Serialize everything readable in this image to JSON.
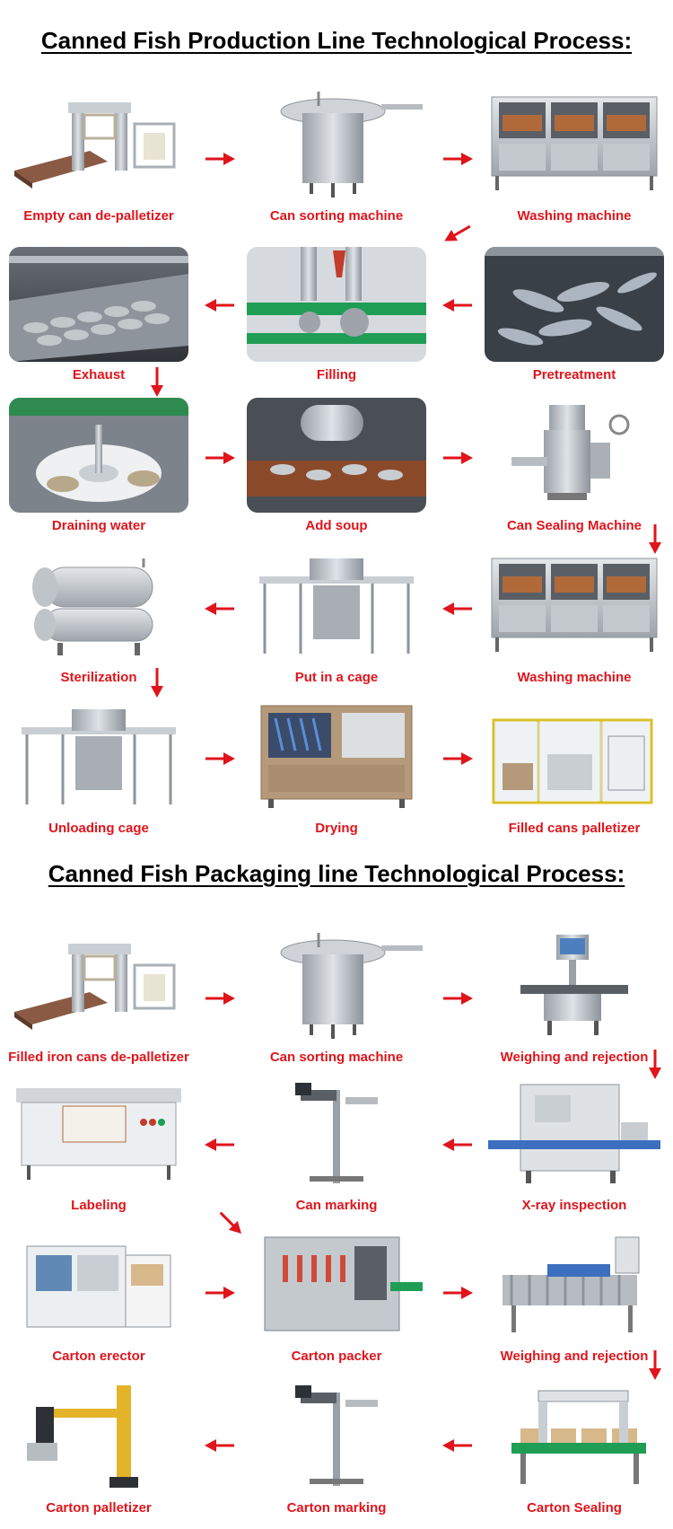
{
  "colors": {
    "label": "#e0141b",
    "arrow": "#e0141b",
    "title": "#000000"
  },
  "production": {
    "title": "Canned Fish Production Line Technological Process:",
    "steps": [
      "Empty can de-palletizer",
      "Can sorting machine",
      "Washing machine",
      "Exhaust",
      "Filling",
      "Pretreatment",
      "Draining water",
      "Add soup",
      "Can Sealing Machine",
      "Sterilization",
      "Put in a cage",
      "Washing machine",
      "Unloading cage",
      "Drying",
      "Filled cans palletizer"
    ]
  },
  "packaging": {
    "title": "Canned Fish Packaging line Technological Process:",
    "steps": [
      "Filled iron cans de-palletizer",
      "Can sorting machine",
      "Weighing and rejection",
      "Labeling",
      "Can marking",
      "X-ray inspection",
      "Carton erector",
      "Carton packer",
      "Weighing and rejection",
      "Carton palletizer",
      "Carton marking",
      "Carton Sealing"
    ]
  }
}
